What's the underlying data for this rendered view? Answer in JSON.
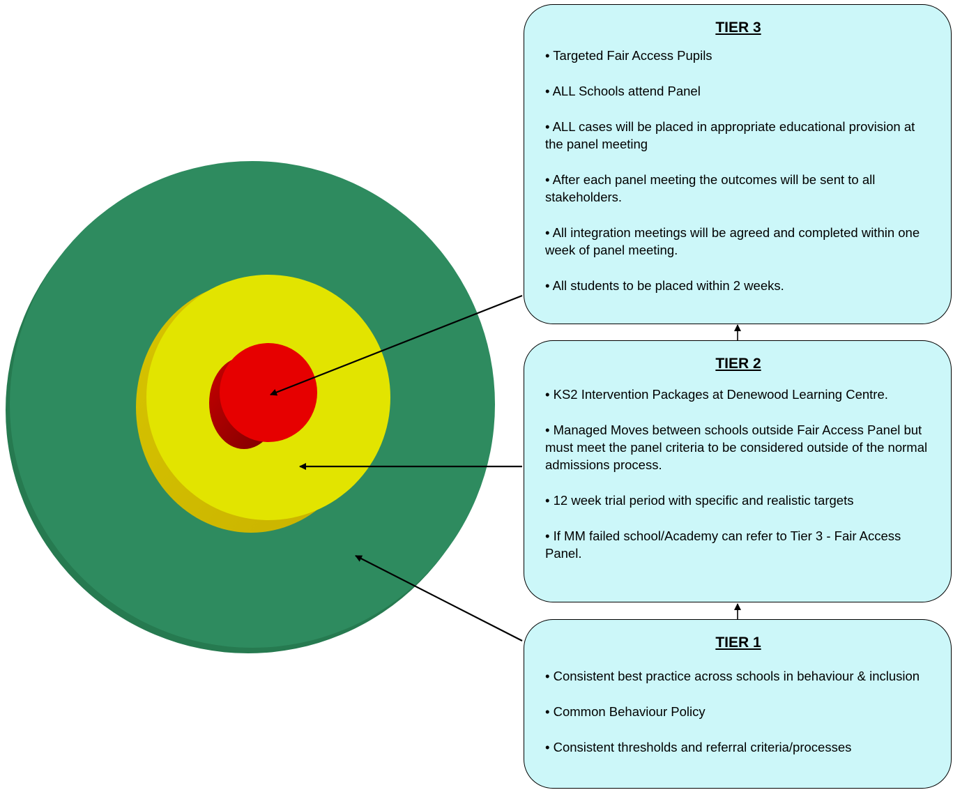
{
  "colors": {
    "outer_ring": "#2e8b5f",
    "middle_ring": "#e2e400",
    "center": "#e60000",
    "box_fill": "#ccf7f9"
  },
  "tiers": {
    "tier3": {
      "title": "TIER 3",
      "items": [
        "• Targeted Fair Access Pupils",
        "• ALL Schools attend Panel",
        "• ALL cases will be placed in appropriate educational provision at the panel meeting",
        "• After each panel meeting the outcomes will be sent to all stakeholders.",
        "• All integration meetings will be agreed and completed within one week of panel meeting.",
        "• All students to be placed within 2 weeks."
      ]
    },
    "tier2": {
      "title": "TIER 2",
      "items": [
        "• KS2 Intervention Packages at Denewood Learning Centre.",
        "• Managed Moves between schools outside Fair Access Panel but must meet the panel criteria to be considered outside of the normal admissions process.",
        "• 12 week trial period with specific and realistic targets",
        "• If MM failed school/Academy can refer to Tier 3 - Fair Access Panel."
      ]
    },
    "tier1": {
      "title": "TIER 1",
      "items": [
        "• Consistent best practice across schools in behaviour & inclusion",
        "• Common Behaviour Policy",
        "• Consistent thresholds and referral criteria/processes"
      ]
    }
  }
}
